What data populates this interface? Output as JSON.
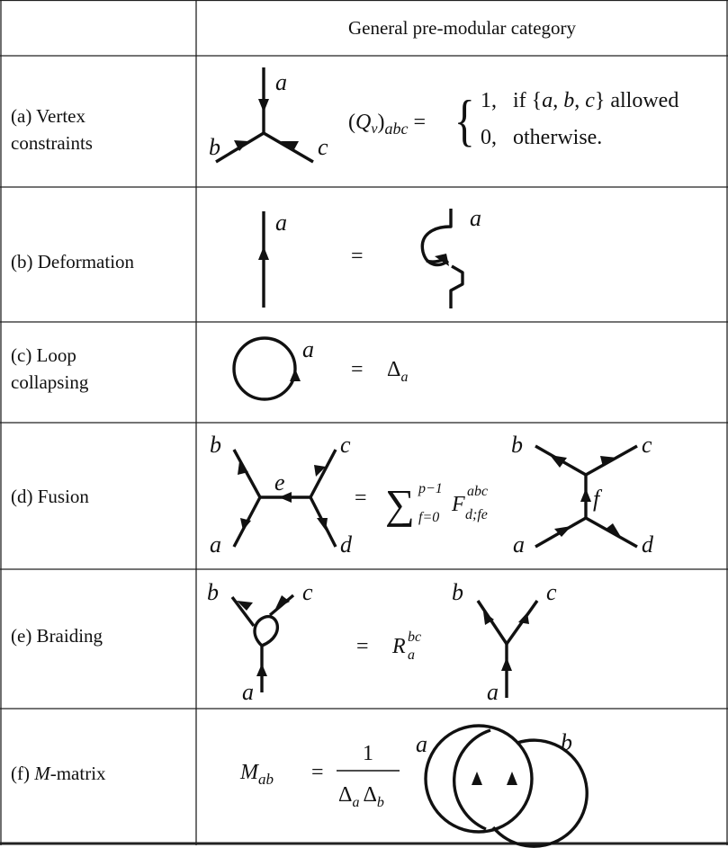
{
  "table": {
    "header": "General pre-modular category",
    "rows": [
      {
        "id": "a",
        "label_line1": "(a) Vertex",
        "label_line2": "constraints"
      },
      {
        "id": "b",
        "label_line1": "(b) Deformation",
        "label_line2": ""
      },
      {
        "id": "c",
        "label_line1": "(c) Loop",
        "label_line2": "collapsing"
      },
      {
        "id": "d",
        "label_line1": "(d) Fusion",
        "label_line2": ""
      },
      {
        "id": "e",
        "label_line1": "(e) Braiding",
        "label_line2": ""
      },
      {
        "id": "f",
        "label_line1_prefix": "(f) ",
        "label_line1_italic": "M",
        "label_line1_suffix": "-matrix",
        "label_line2": ""
      }
    ]
  },
  "formulas": {
    "vertex": {
      "lhs_open": "(",
      "lhs_Q": "Q",
      "lhs_v": "v",
      "lhs_close": ")",
      "lhs_abc": "abc",
      "eq": "=",
      "case1_val": "1,",
      "case1_text_pre": "if {",
      "case1_a": "a",
      "case1_c1": ", ",
      "case1_b": "b",
      "case1_c2": ", ",
      "case1_c": "c",
      "case1_text_post": "} allowed",
      "case2_val": "0,",
      "case2_text": "otherwise."
    },
    "deformation": {
      "eq": "="
    },
    "loop": {
      "eq": "=",
      "rhs": "Δ",
      "rhs_sub": "a"
    },
    "fusion": {
      "eq": "=",
      "sum": "∑",
      "sum_top": "p−1",
      "sum_bottom": "f=0",
      "F": "F",
      "F_sup": "abc",
      "F_sub": "d;fe"
    },
    "braiding": {
      "eq": "=",
      "R": "R",
      "R_sup": "bc",
      "R_sub": "a"
    },
    "mmatrix": {
      "M": "M",
      "M_sub": "ab",
      "eq": "=",
      "num": "1",
      "den_D1": "Δ",
      "den_a": "a",
      "den_D2": "Δ",
      "den_b": "b"
    }
  },
  "labels": {
    "a": "a",
    "b": "b",
    "c": "c",
    "d": "d",
    "e": "e",
    "f": "f"
  }
}
